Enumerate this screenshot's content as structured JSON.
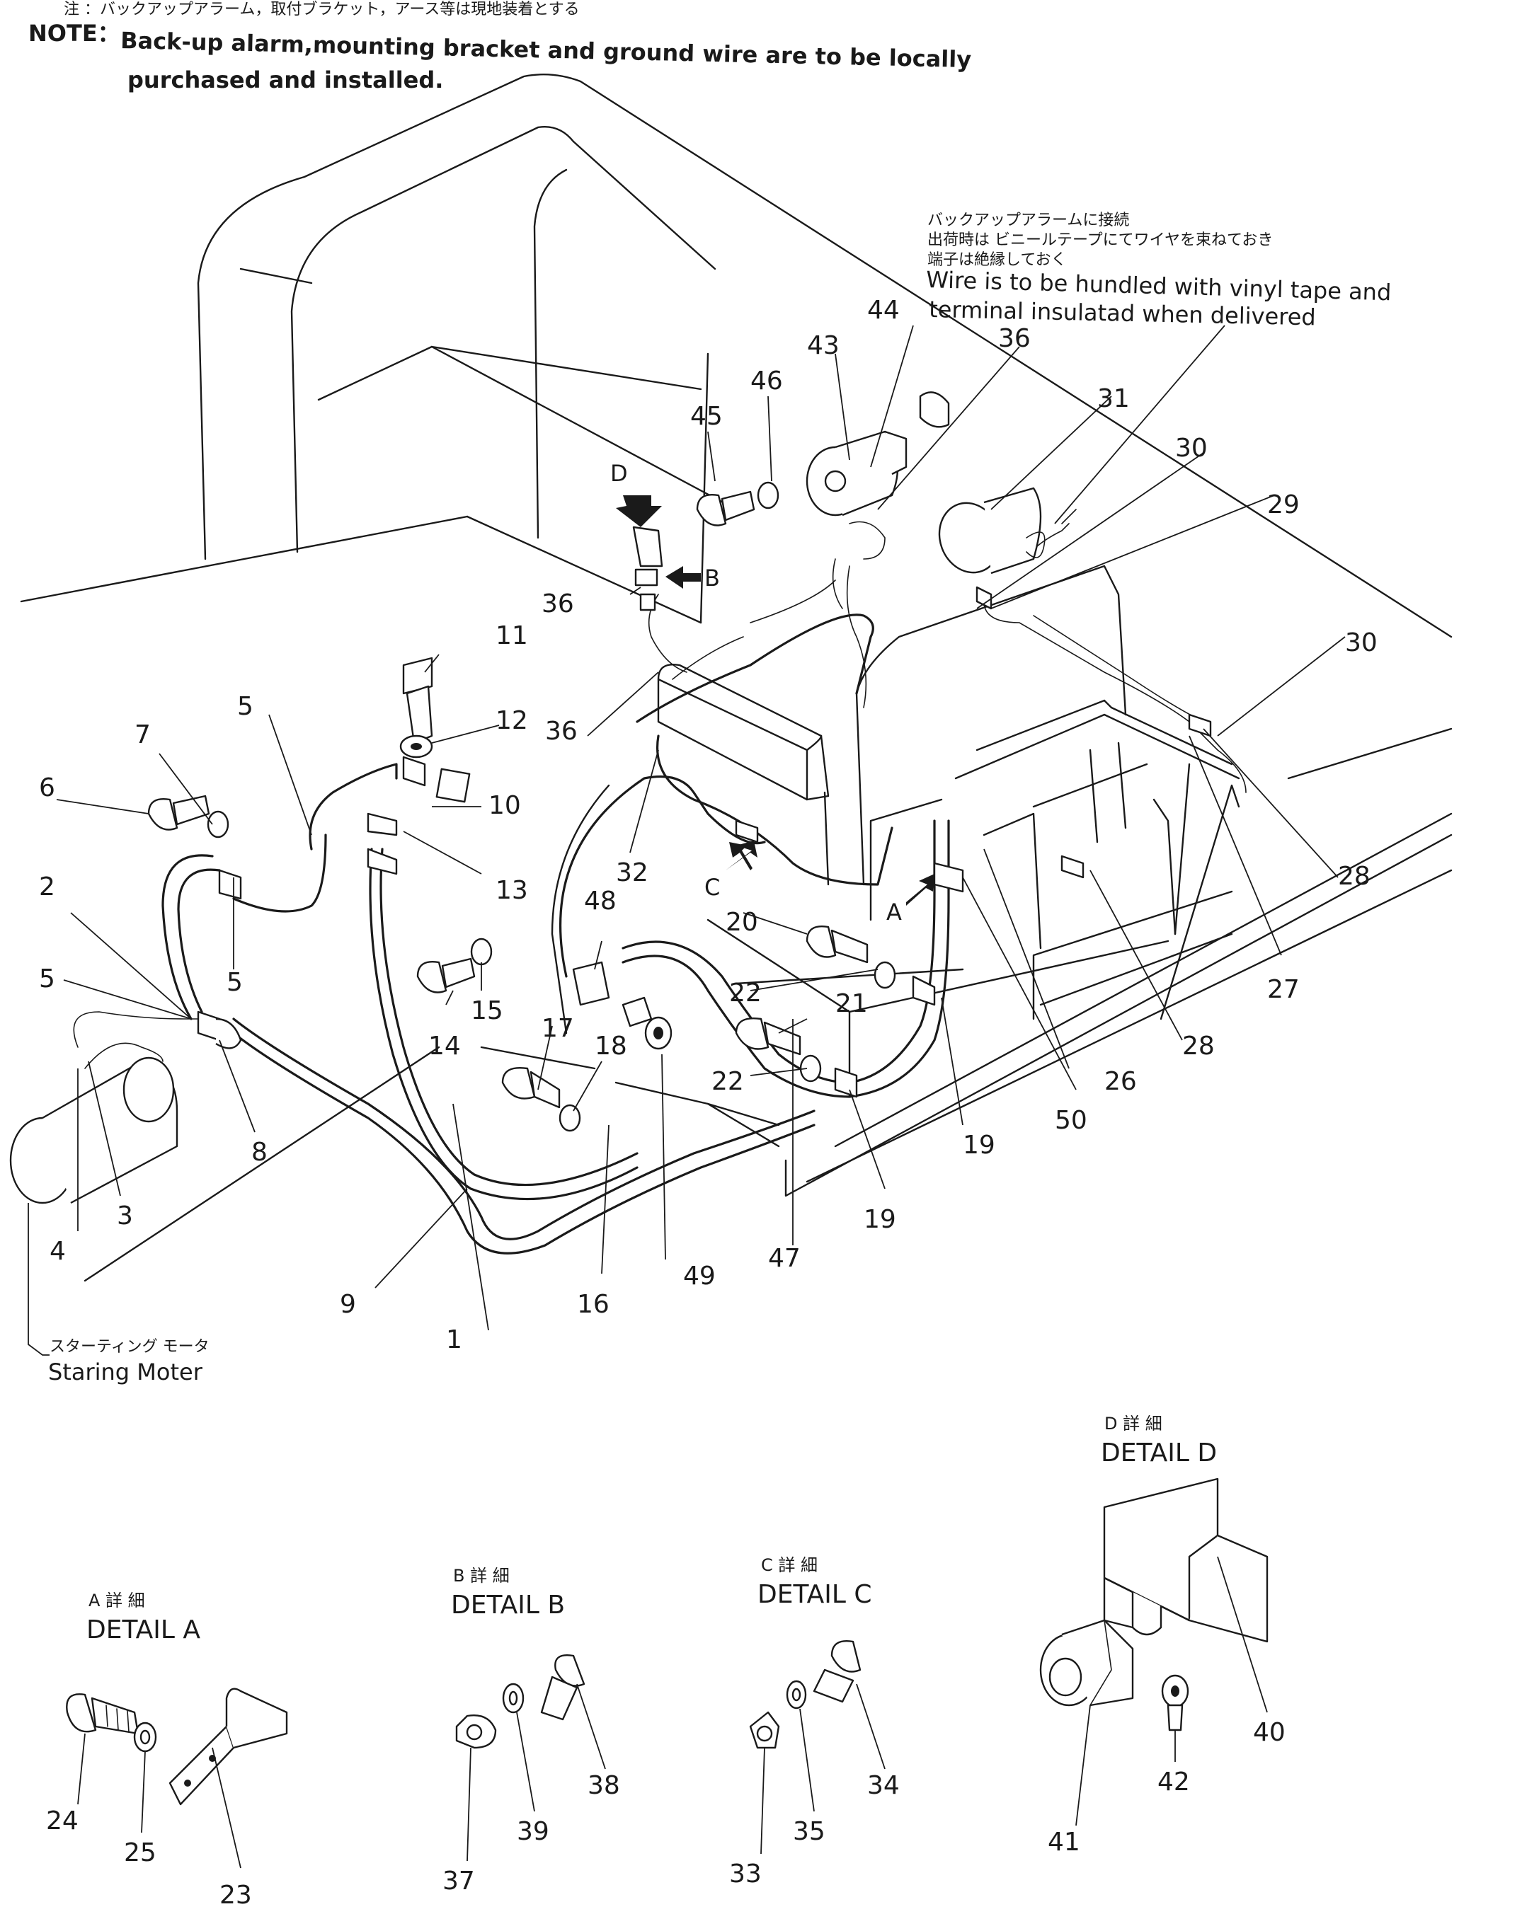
{
  "note": {
    "jp": "注 ：バックアップアラーム，取付ブラケット，アース等は現地装着とする",
    "label": "NOTE：",
    "en_line1": "Back-up alarm,mounting bracket and ground wire are to be locally",
    "en_line2": "purchased and installed."
  },
  "wire_note": {
    "jp_line1": "バックアップアラームに接続",
    "jp_line2": "出荷時は ビニールテープにてワイヤを束ねておき",
    "jp_line3": "端子は絶縁しておく",
    "en_line1": "Wire is to be hundled with vinyl tape and",
    "en_line2": "terminal insulatad when delivered"
  },
  "starting_motor": {
    "jp": "スターティング モータ",
    "en": "Staring Moter"
  },
  "view_arrows": [
    "A",
    "B",
    "C",
    "D"
  ],
  "details": {
    "a": {
      "jp": "A 詳 細",
      "en": "DETAIL A",
      "parts": [
        "23",
        "24",
        "25"
      ]
    },
    "b": {
      "jp": "B 詳 細",
      "en": "DETAIL B",
      "parts": [
        "37",
        "38",
        "39"
      ]
    },
    "c": {
      "jp": "C 詳 細",
      "en": "DETAIL C",
      "parts": [
        "33",
        "34",
        "35"
      ]
    },
    "d": {
      "jp": "D 詳 細",
      "en": "DETAIL D",
      "parts": [
        "40",
        "41",
        "42"
      ]
    }
  },
  "callouts": [
    "1",
    "2",
    "3",
    "4",
    "5",
    "5",
    "5",
    "5",
    "6",
    "7",
    "8",
    "9",
    "10",
    "11",
    "12",
    "13",
    "14",
    "15",
    "16",
    "17",
    "18",
    "19",
    "19",
    "20",
    "21",
    "22",
    "22",
    "26",
    "27",
    "28",
    "28",
    "29",
    "30",
    "30",
    "31",
    "32",
    "36",
    "36",
    "36",
    "43",
    "44",
    "45",
    "46",
    "47",
    "48",
    "49",
    "50"
  ],
  "colors": {
    "ink": "#1a1a1a",
    "paper": "#ffffff"
  }
}
